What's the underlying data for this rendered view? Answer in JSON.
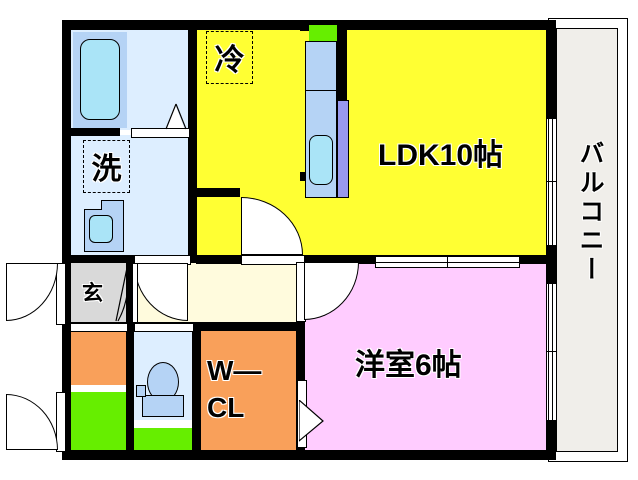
{
  "plan": {
    "type": "floor-plan",
    "title": "1LDK apartment floor plan",
    "rooms": [
      {
        "key": "ldk",
        "label": "LDK10帖",
        "color": "#ffff33"
      },
      {
        "key": "washitsu",
        "label": "洋室6帖",
        "color": "#ffccff"
      },
      {
        "key": "wcl",
        "label": "W—\nCL",
        "color": "#f9a05a"
      },
      {
        "key": "genkan",
        "label": "玄",
        "color": "#d9d9d9"
      },
      {
        "key": "balcony",
        "label": "バルコニー",
        "color": "#f0eeea"
      }
    ],
    "labels": {
      "ldk": "LDK10帖",
      "washitsu": "洋室6帖",
      "wcl_line1": "W—",
      "wcl_line2": "CL",
      "genkan": "玄",
      "balcony": "バルコニー",
      "refrigerator": "冷",
      "washer": "洗"
    },
    "colors": {
      "wall": "#000000",
      "ldk": "#ffff33",
      "bedroom": "#ffccff",
      "closet": "#f9a05a",
      "entrance_floor": "#d9d9d9",
      "corridor": "#fffbdd",
      "bath_water": "#aae4f7",
      "bath_room": "#ddeeff",
      "sanitary": "#ddeeff",
      "kitchen_counter": "#b5d3f5",
      "kitchen_sink": "#aae4f7",
      "counter_side": "#9999ee",
      "stove": "#66ee00",
      "shoe_cabinet": "#f9a05a",
      "green_block": "#66ee00",
      "balcony": "#f0eeea",
      "door_white": "#ffffff"
    },
    "fixtures": [
      {
        "name": "bathtub",
        "room": "bathroom"
      },
      {
        "name": "washbasin",
        "room": "sanitary"
      },
      {
        "name": "toilet",
        "room": "toilet"
      },
      {
        "name": "kitchen-sink",
        "room": "ldk"
      },
      {
        "name": "stove",
        "room": "ldk"
      },
      {
        "name": "refrigerator-space",
        "room": "ldk"
      },
      {
        "name": "washer-space",
        "room": "sanitary"
      },
      {
        "name": "shoe-cabinet",
        "room": "genkan"
      }
    ]
  }
}
